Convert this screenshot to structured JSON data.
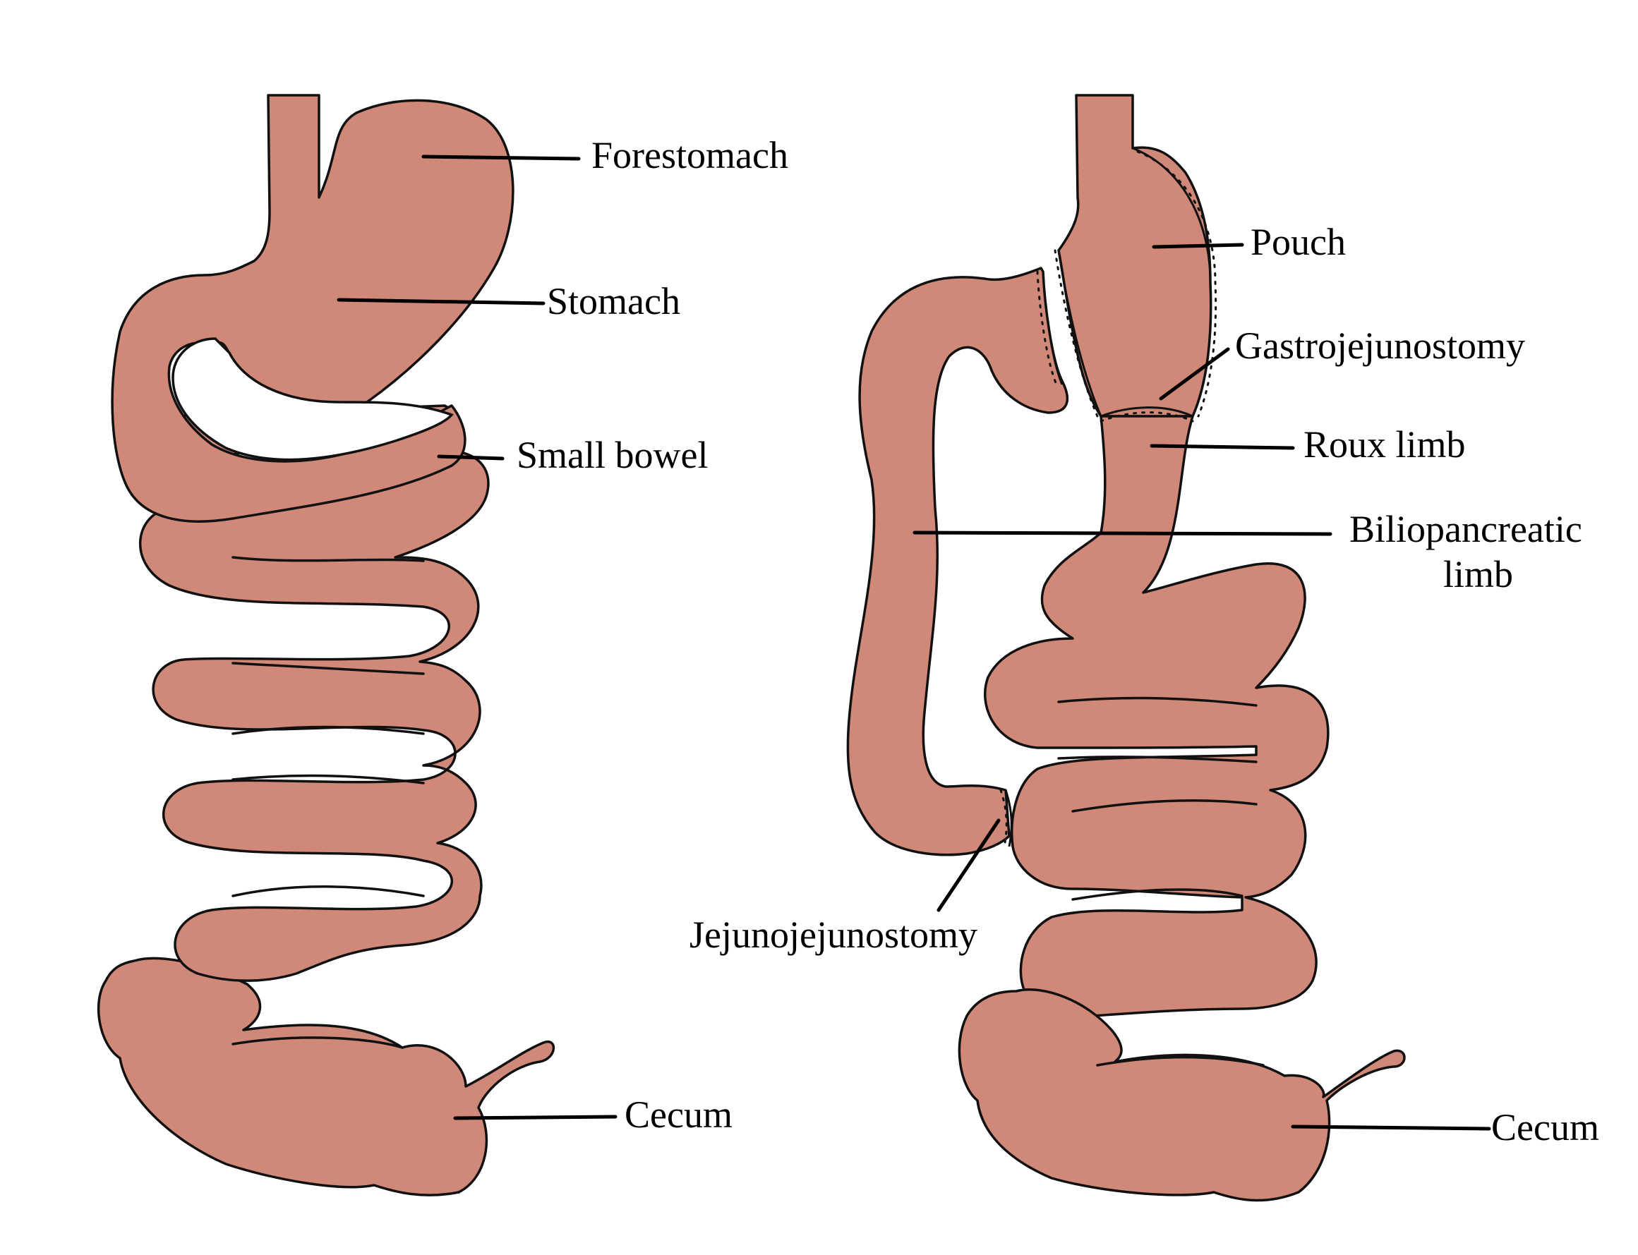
{
  "left_diagram": {
    "labels": {
      "forestomach": "Forestomach",
      "stomach": "Stomach",
      "small_bowel": "Small bowel",
      "cecum": "Cecum"
    }
  },
  "right_diagram": {
    "labels": {
      "pouch": "Pouch",
      "gastrojejunostomy": "Gastrojejunostomy",
      "roux_limb": "Roux limb",
      "biliopancreatic_limb_line1": "Biliopancreatic",
      "biliopancreatic_limb_line2": "limb",
      "jejunojejunostomy": "Jejunojejunostomy",
      "cecum": "Cecum"
    }
  },
  "colors": {
    "tissue": "#d08878",
    "outline": "#111111",
    "background": "#ffffff"
  }
}
